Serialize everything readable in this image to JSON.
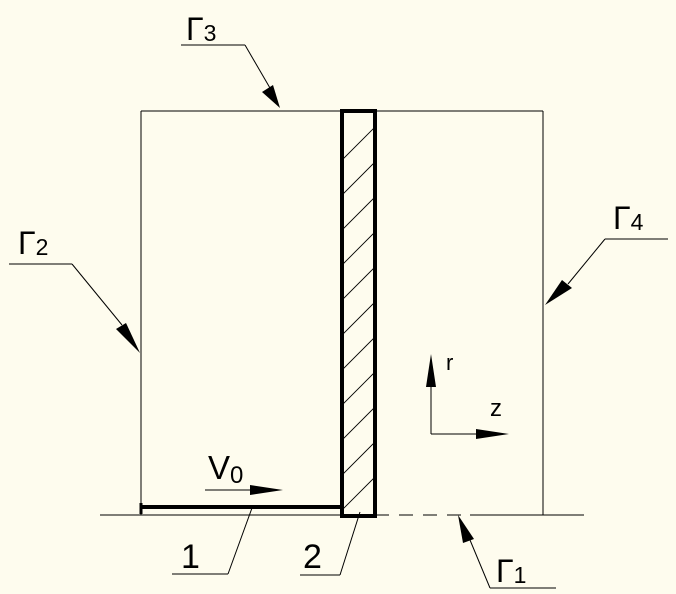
{
  "labels": {
    "gamma1": {
      "main": "Γ",
      "sub": "1"
    },
    "gamma2": {
      "main": "Γ",
      "sub": "2"
    },
    "gamma3": {
      "main": "Γ",
      "sub": "3"
    },
    "gamma4": {
      "main": "Γ",
      "sub": "4"
    },
    "v0": {
      "main": "V",
      "sub": "0"
    },
    "part1": "1",
    "part2": "2",
    "axis_r": "r",
    "axis_z": "z"
  },
  "colors": {
    "background": "#fefcee",
    "stroke": "#000000"
  }
}
